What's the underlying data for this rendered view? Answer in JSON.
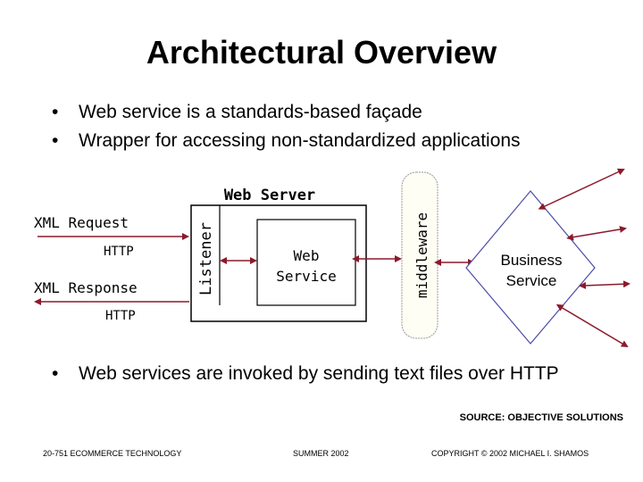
{
  "title": "Architectural Overview",
  "bullets_top": [
    "Web service is a standards-based façade",
    "Wrapper for accessing non-standardized applications"
  ],
  "diagram": {
    "web_server_label": "Web Server",
    "xml_request": "XML Request",
    "http_1": "HTTP",
    "xml_response": "XML Response",
    "http_2": "HTTP",
    "listener": "Listener",
    "web_service_line1": "Web",
    "web_service_line2": "Service",
    "middleware": "middleware",
    "business_line1": "Business",
    "business_line2": "Service"
  },
  "bullet_bottom": "Web services are invoked by sending text files over HTTP",
  "source": "SOURCE: OBJECTIVE SOLUTIONS",
  "footer": {
    "left": "20-751 ECOMMERCE TECHNOLOGY",
    "center": "SUMMER 2002",
    "right": "COPYRIGHT © 2002 MICHAEL I. SHAMOS"
  },
  "colors": {
    "arrow": "#8b1a2b",
    "middleware_fill": "#fffef4",
    "middleware_border": "#999999",
    "diamond": "#4c4caa"
  }
}
